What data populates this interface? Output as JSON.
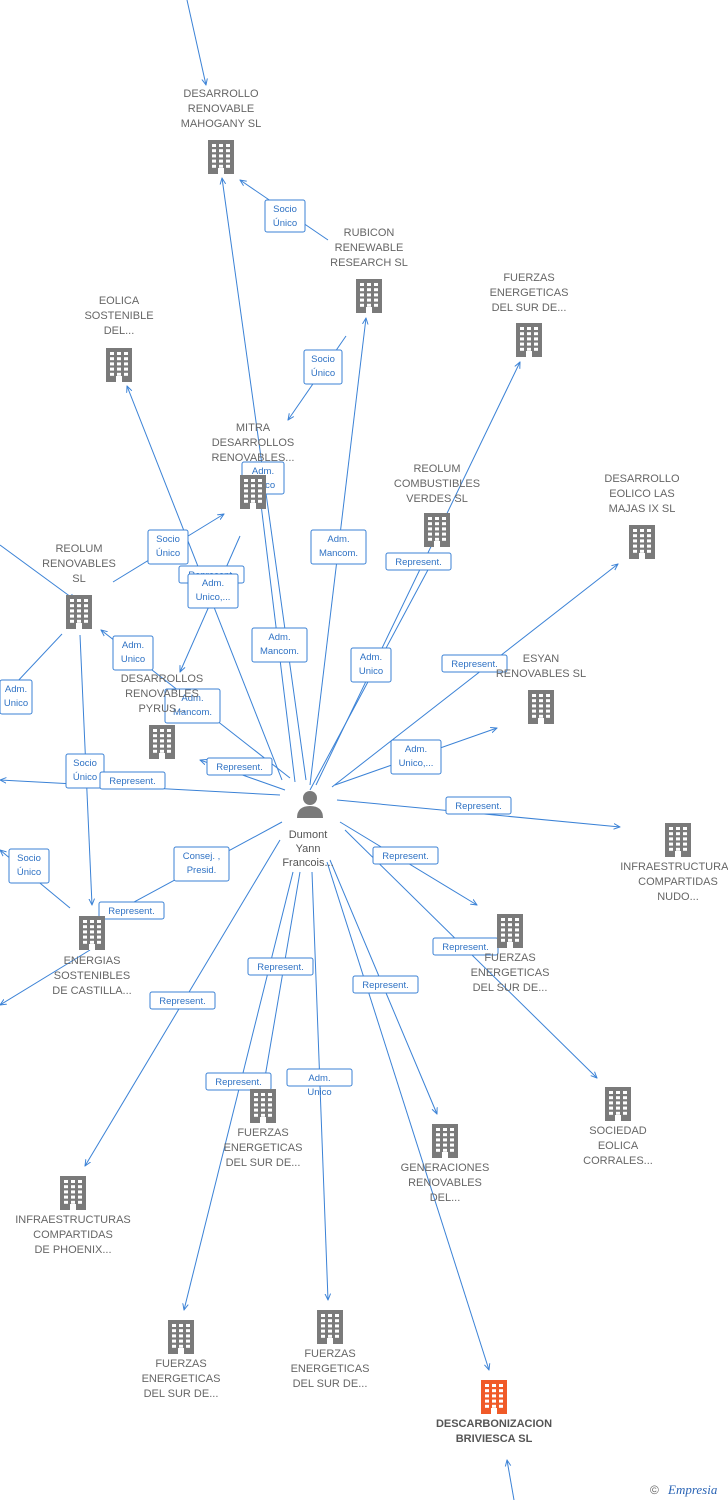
{
  "colors": {
    "edge": "#3b82d6",
    "node": "#7a7a7a",
    "focus": "#f05a28",
    "person": "#7a7a7a"
  },
  "person": {
    "lines": [
      "Dumont",
      "Yann",
      "Francois..."
    ],
    "icon": "person-icon"
  },
  "nodes": [
    {
      "id": "mahogany",
      "lines": [
        "DESARROLLO",
        "RENOVABLE",
        "MAHOGANY  SL"
      ]
    },
    {
      "id": "rubicon",
      "lines": [
        "RUBICON",
        "RENEWABLE",
        "RESEARCH  SL"
      ]
    },
    {
      "id": "fuerzas_top",
      "lines": [
        "FUERZAS",
        "ENERGETICAS",
        "DEL SUR DE..."
      ]
    },
    {
      "id": "eolica_sostenible",
      "lines": [
        "EOLICA",
        "SOSTENIBLE",
        "DEL..."
      ]
    },
    {
      "id": "mitra",
      "lines": [
        "MITRA",
        "DESARROLLOS",
        "RENOVABLES..."
      ]
    },
    {
      "id": "reolum_combustibles",
      "lines": [
        "REOLUM",
        "COMBUSTIBLES",
        "VERDES  SL"
      ]
    },
    {
      "id": "majas",
      "lines": [
        "DESARROLLO",
        "EOLICO LAS",
        "MAJAS IX  SL"
      ]
    },
    {
      "id": "reolum_renovables",
      "lines": [
        "REOLUM",
        "RENOVABLES",
        "SL"
      ]
    },
    {
      "id": "pyrus",
      "lines": [
        "DESARROLLOS",
        "RENOVABLES",
        "PYRUS..."
      ]
    },
    {
      "id": "esyan",
      "lines": [
        "ESYAN",
        "RENOVABLES SL"
      ]
    },
    {
      "id": "infra_nudo",
      "lines": [
        "INFRAESTRUCTURAS",
        "COMPARTIDAS",
        "NUDO..."
      ]
    },
    {
      "id": "energias_castilla",
      "lines": [
        "ENERGIAS",
        "SOSTENIBLES",
        "DE CASTILLA..."
      ]
    },
    {
      "id": "fuerzas_mid_right",
      "lines": [
        "FUERZAS",
        "ENERGETICAS",
        "DEL SUR DE..."
      ]
    },
    {
      "id": "sociedad_corrales",
      "lines": [
        "SOCIEDAD",
        "EOLICA",
        "CORRALES..."
      ]
    },
    {
      "id": "fuerzas_mid",
      "lines": [
        "FUERZAS",
        "ENERGETICAS",
        "DEL SUR DE..."
      ]
    },
    {
      "id": "generaciones",
      "lines": [
        "GENERACIONES",
        "RENOVABLES",
        "DEL..."
      ]
    },
    {
      "id": "infra_phoenix",
      "lines": [
        "INFRAESTRUCTURAS",
        "COMPARTIDAS",
        "DE PHOENIX..."
      ]
    },
    {
      "id": "fuerzas_bottom_left",
      "lines": [
        "FUERZAS",
        "ENERGETICAS",
        "DEL SUR DE..."
      ]
    },
    {
      "id": "fuerzas_bottom_mid",
      "lines": [
        "FUERZAS",
        "ENERGETICAS",
        "DEL SUR DE..."
      ]
    },
    {
      "id": "descarbonizacion",
      "lines": [
        "DESCARBONIZACION",
        "BRIVIESCA  SL"
      ],
      "focus": true
    }
  ],
  "edge_labels": [
    {
      "lines": [
        "Socio",
        "Único"
      ]
    },
    {
      "lines": [
        "Socio",
        "Único"
      ]
    },
    {
      "lines": [
        "Adm.",
        "Unico"
      ]
    },
    {
      "lines": [
        "Adm.",
        "Mancom."
      ]
    },
    {
      "lines": [
        "Socio",
        "Único"
      ]
    },
    {
      "lines": [
        "Represent."
      ]
    },
    {
      "lines": [
        "Adm.",
        "Unico,..."
      ]
    },
    {
      "lines": [
        "Represent."
      ]
    },
    {
      "lines": [
        "Adm.",
        "Mancom."
      ]
    },
    {
      "lines": [
        "Adm.",
        "Unico"
      ]
    },
    {
      "lines": [
        "Represent."
      ]
    },
    {
      "lines": [
        "Adm.",
        "Unico"
      ]
    },
    {
      "lines": [
        "Adm.",
        "Mancom."
      ]
    },
    {
      "lines": [
        "Adm.",
        "Unico"
      ]
    },
    {
      "lines": [
        "Socio",
        "Único"
      ]
    },
    {
      "lines": [
        "Represent."
      ]
    },
    {
      "lines": [
        "Represent."
      ]
    },
    {
      "lines": [
        "Adm.",
        "Unico,..."
      ]
    },
    {
      "lines": [
        "Represent."
      ]
    },
    {
      "lines": [
        "Socio",
        "Único"
      ]
    },
    {
      "lines": [
        "Consej. ,",
        "Presid."
      ]
    },
    {
      "lines": [
        "Represent."
      ]
    },
    {
      "lines": [
        "Represent."
      ]
    },
    {
      "lines": [
        "Represent."
      ]
    },
    {
      "lines": [
        "Represent."
      ]
    },
    {
      "lines": [
        "Represent."
      ]
    },
    {
      "lines": [
        "Represent."
      ]
    },
    {
      "lines": [
        "Represent."
      ]
    },
    {
      "lines": [
        "Adm.",
        "Unico"
      ]
    }
  ],
  "credit": {
    "symbol": "©",
    "brand": "Empresia"
  }
}
